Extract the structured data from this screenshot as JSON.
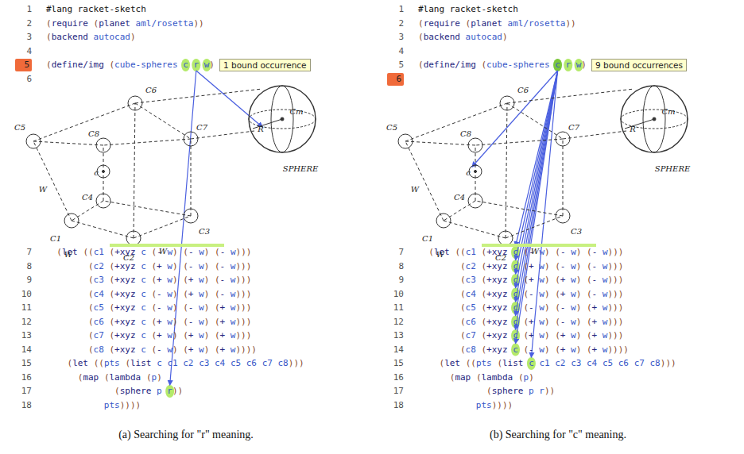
{
  "diagram": {
    "nodes": [
      {
        "text": [
          "1 bound occurrence"
        ]
      },
      {
        "text": [
          "9 bound occurrences"
        ]
      }
    ],
    "labels": [
      "1",
      "2",
      "3",
      "4",
      "5",
      "6",
      "7",
      "8",
      "9",
      "10",
      "11",
      "12",
      "13",
      "14",
      "15",
      "16",
      "17",
      "18",
      "#lang racket-sketch",
      "(require (planet aml/rosetta))",
      "(backend autocad)",
      "",
      "(define/img (cube-spheres c r w)",
      "  (let ((c1 (+xyz c (- w) (- w) (- w)))",
      "        (c2 (+xyz c (+ w) (- w) (- w)))",
      "        (c3 (+xyz c (+ w) (+ w) (- w)))",
      "        (c4 (+xyz c (- w) (+ w) (- w)))",
      "        (c5 (+xyz c (- w) (- w) (+ w)))",
      "        (c6 (+xyz c (+ w) (- w) (+ w)))",
      "        (c7 (+xyz c (+ w) (+ w) (+ w)))",
      "        (c8 (+xyz c (- w) (+ w) (+ w))))",
      "    (let ((pts (list c c1 c2 c3 c4 c5 c6 c7 c8)))",
      "      (map (lambda (p)",
      "             (sphere p r))",
      "           pts))))",
      "C6",
      "C5",
      "C8",
      "C7",
      "c",
      "W",
      "C4",
      "C1",
      "W",
      "W",
      "C3",
      "C2",
      "R",
      "Cm",
      "SPHERE",
      "(a) Searching for \"r\" meaning.",
      "1",
      "2",
      "3",
      "4",
      "5",
      "6",
      "7",
      "8",
      "9",
      "10",
      "11",
      "12",
      "13",
      "14",
      "15",
      "16",
      "17",
      "18",
      "#lang racket-sketch",
      "(require (planet aml/rosetta))",
      "(backend autocad)",
      "",
      "(define/img (cube-spheres c r w)",
      "  (let ((c1 (+xyz c (- w) (- w) (- w)))",
      "        (c2 (+xyz c (+ w) (- w) (- w)))",
      "        (c3 (+xyz c (+ w) (+ w) (- w)))",
      "        (c4 (+xyz c (- w) (+ w) (- w)))",
      "        (c5 (+xyz c (- w) (- w) (+ w)))",
      "        (c6 (+xyz c (+ w) (- w) (+ w)))",
      "        (c7 (+xyz c (+ w) (+ w) (+ w)))",
      "        (c8 (+xyz c (- w) (+ w) (+ w))))",
      "    (let ((pts (list c c1 c2 c3 c4 c5 c6 c7 c8)))",
      "      (map (lambda (p)",
      "             (sphere p r))",
      "           pts))))",
      "C6",
      "C5",
      "C8",
      "C7",
      "c",
      "W",
      "C4",
      "C1",
      "W",
      "W",
      "C3",
      "C2",
      "R",
      "Cm",
      "SPHERE",
      "(b) Searching for \"c\" meaning."
    ]
  }
}
